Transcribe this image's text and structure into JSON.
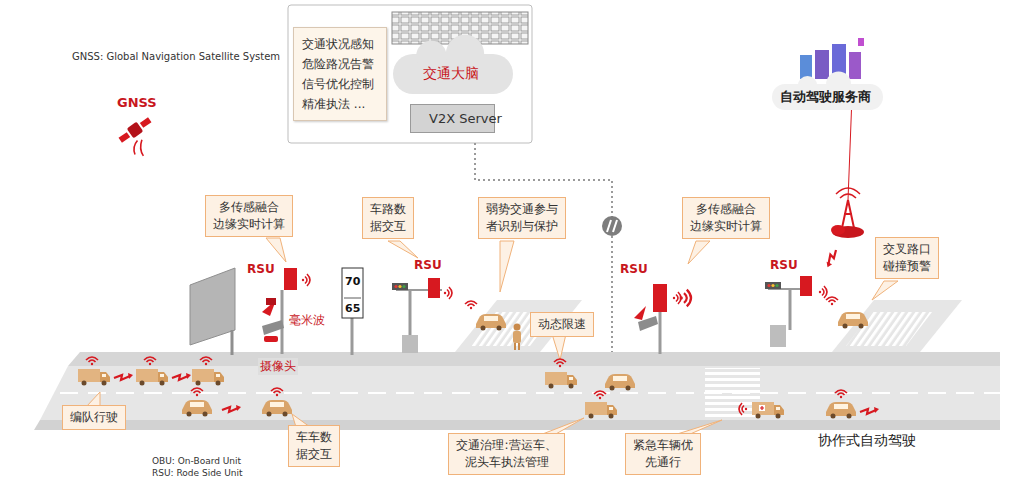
{
  "diagram": {
    "nodes": [
      {
        "text": [
          "交通状况感知 危险路况告警 信号优化控制 精准执法 ..."
        ]
      },
      {
        "text": [
          "交通大脑"
        ]
      },
      {
        "text": [
          "V2X Server"
        ]
      },
      {
        "text": [
          "自动驾驶服务商"
        ]
      },
      {
        "text": [
          "多传感融合 边缘实时计算"
        ]
      },
      {
        "text": [
          "车路数 据交互"
        ]
      },
      {
        "text": [
          "弱势交通参与 者识别与保护"
        ]
      },
      {
        "text": [
          "多传感融合 边缘实时计算"
        ]
      },
      {
        "text": [
          "交叉路口 碰撞预警"
        ]
      },
      {
        "text": [
          "动态限速"
        ]
      },
      {
        "text": [
          "编队行驶"
        ]
      },
      {
        "text": [
          "车车数 据交互"
        ]
      },
      {
        "text": [
          "交通治理:营运车、 泥头车执法管理"
        ]
      },
      {
        "text": [
          "紧急车辆优 先通行"
        ]
      }
    ],
    "labels": [
      "GNSS: Global Navigation Satellite System",
      "GNSS",
      "RSU",
      "RSU",
      "RSU",
      "RSU",
      "毫米波",
      "70",
      "65",
      "摄像头",
      "协作式自动驾驶",
      "OBU: On-Board Unit",
      "RSU: Rode Side Unit"
    ]
  }
}
